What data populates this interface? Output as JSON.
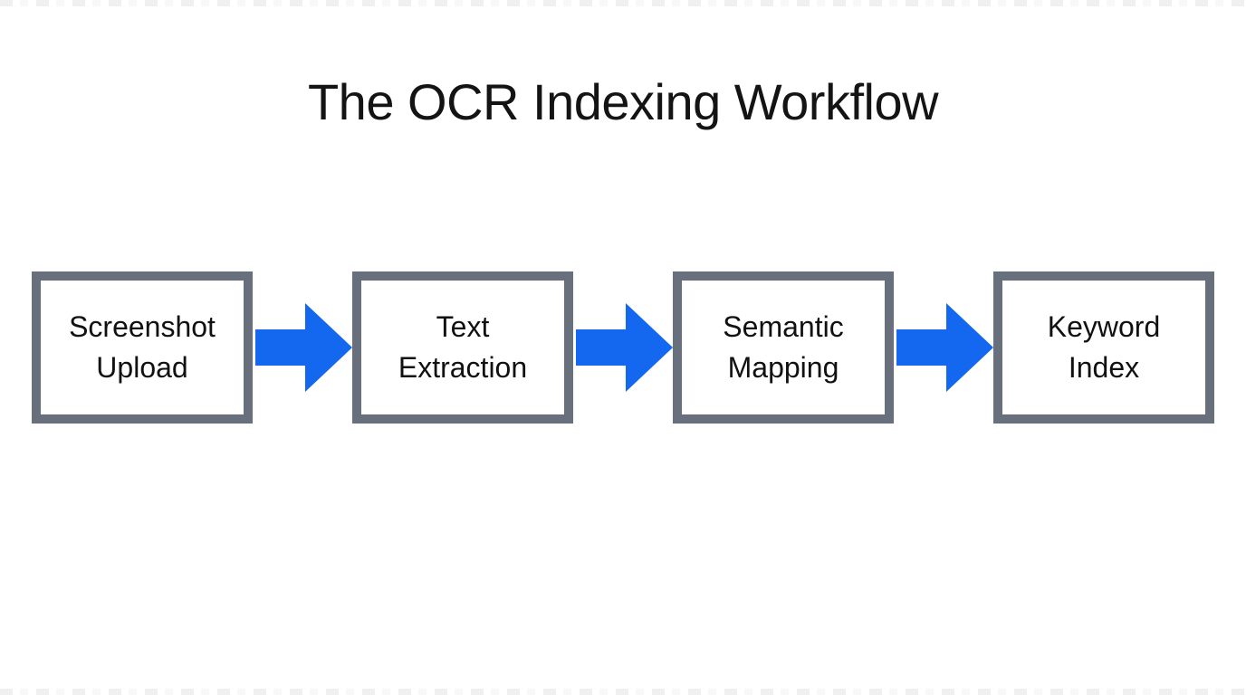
{
  "title": "The OCR Indexing Workflow",
  "diagram": {
    "steps": [
      {
        "id": "screenshot-upload",
        "label": "Screenshot\nUpload"
      },
      {
        "id": "text-extraction",
        "label": "Text\nExtraction"
      },
      {
        "id": "semantic-mapping",
        "label": "Semantic\nMapping"
      },
      {
        "id": "keyword-index",
        "label": "Keyword\nIndex"
      }
    ],
    "arrow_icon": "right-arrow",
    "colors": {
      "background": "#ffffff",
      "box_border": "#69707d",
      "box_fill": "#ffffff",
      "arrow": "#1368ef",
      "title_text": "#141414",
      "step_text": "#111111"
    }
  }
}
